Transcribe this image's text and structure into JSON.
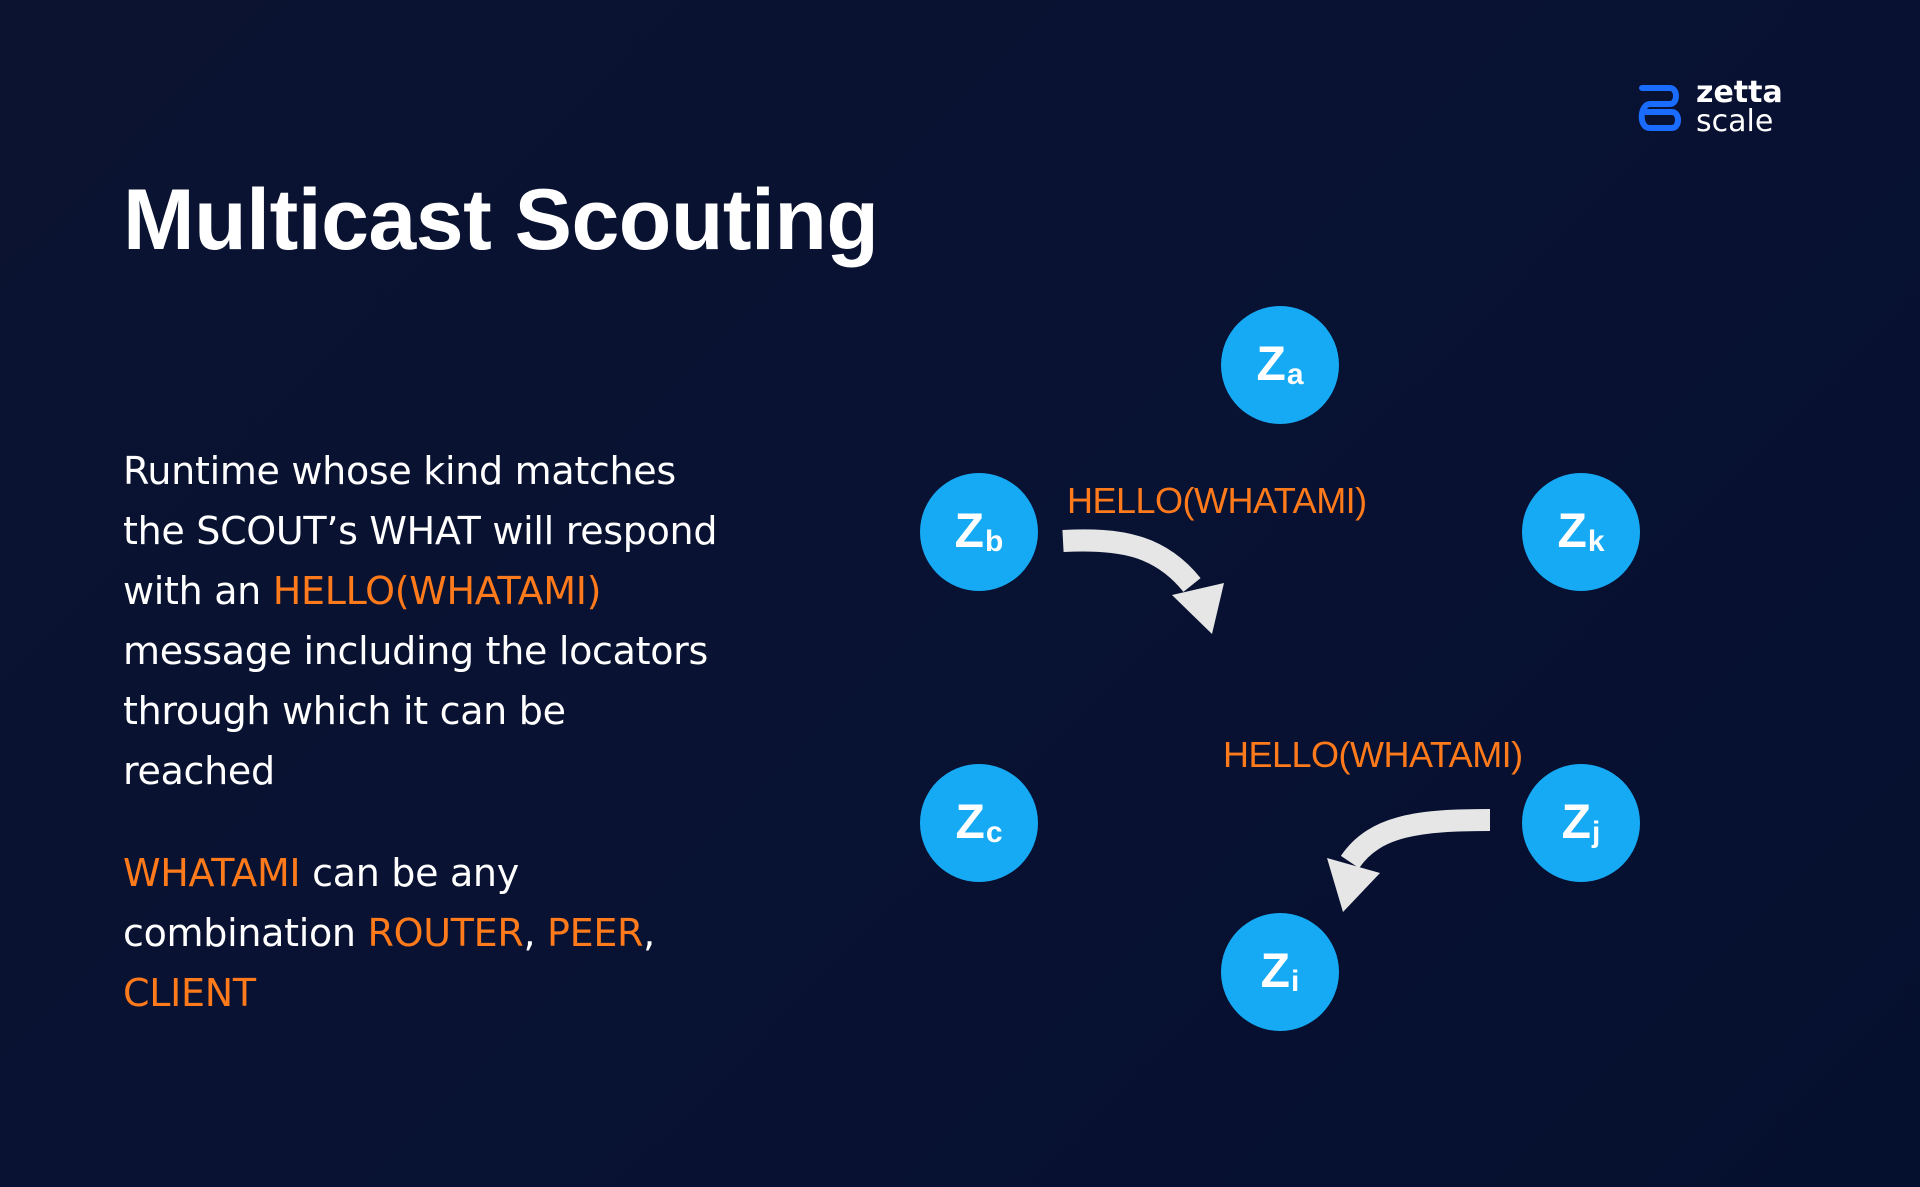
{
  "brand": {
    "line1": "zetta",
    "line2": "scale"
  },
  "title": "Multicast Scouting",
  "paragraph1": [
    {
      "text": "Runtime whose kind matches",
      "highlight": false
    },
    {
      "text": "the SCOUT’s WHAT will respond",
      "highlight": false
    },
    {
      "text": "with an ",
      "highlight": false
    },
    {
      "text": "HELLO(WHATAMI)",
      "highlight": true
    },
    {
      "text": "message including the locators",
      "highlight": false
    },
    {
      "text": "through which it can be",
      "highlight": false
    },
    {
      "text": "reached",
      "highlight": false
    }
  ],
  "paragraph2": {
    "t1": "WHATAMI",
    "t2": " can be any",
    "t3": "combination ",
    "t4": "ROUTER",
    "t5": ", ",
    "t6": "PEER",
    "t7": ",",
    "t8": "CLIENT"
  },
  "nodes": {
    "a": {
      "main": "Z",
      "sub": "a"
    },
    "b": {
      "main": "Z",
      "sub": "b"
    },
    "k": {
      "main": "Z",
      "sub": "k"
    },
    "c": {
      "main": "Z",
      "sub": "c"
    },
    "j": {
      "main": "Z",
      "sub": "j"
    },
    "i": {
      "main": "Z",
      "sub": "i"
    }
  },
  "messages": {
    "top": "HELLO(WHATAMI)",
    "bottom": "HELLO(WHATAMI)"
  },
  "colors": {
    "node": "#16aaf4",
    "highlight": "#ff7a1a",
    "arrow": "#e6e6e6",
    "background": "#0a1233",
    "logo": "#1a6cff"
  }
}
